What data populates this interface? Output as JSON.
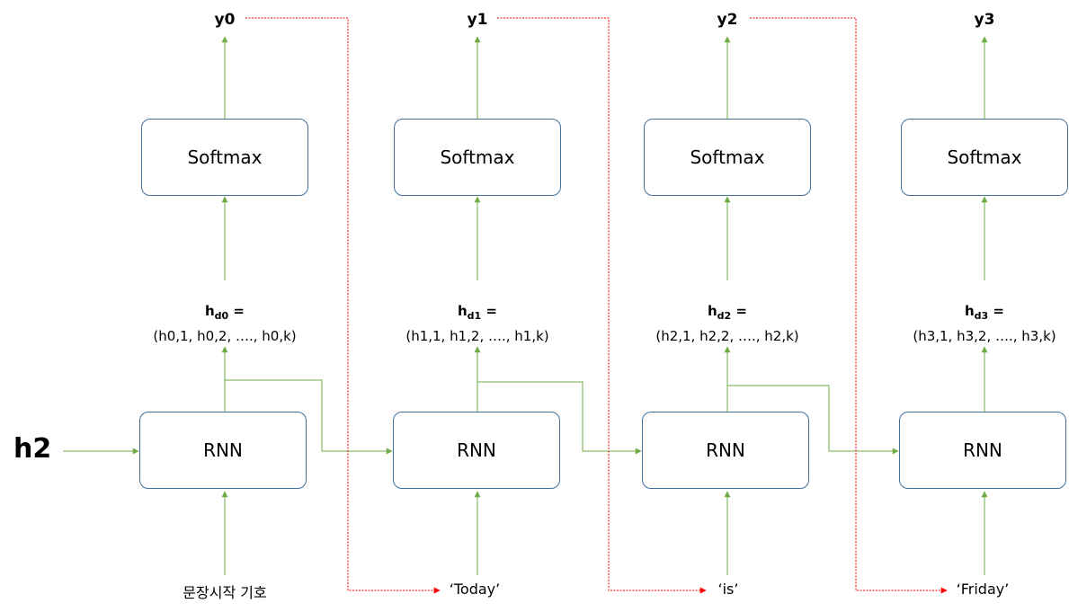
{
  "initial_state": "h2",
  "steps": [
    {
      "output": "y0",
      "softmax_label": "Softmax",
      "rnn_label": "RNN",
      "hidden_name": "h",
      "hidden_sub": "d0",
      "hidden_eq": " =",
      "hidden_values": "(h0,1,  h0,2,  ….,  h0,k)",
      "input": "문장시작 기호"
    },
    {
      "output": "y1",
      "softmax_label": "Softmax",
      "rnn_label": "RNN",
      "hidden_name": "h",
      "hidden_sub": "d1",
      "hidden_eq": " =",
      "hidden_values": "(h1,1,  h1,2,  ….,  h1,k)",
      "input": "‘Today’"
    },
    {
      "output": "y2",
      "softmax_label": "Softmax",
      "rnn_label": "RNN",
      "hidden_name": "h",
      "hidden_sub": "d2",
      "hidden_eq": " =",
      "hidden_values": "(h2,1,  h2,2,  ….,  h2,k)",
      "input": "‘is’"
    },
    {
      "output": "y3",
      "softmax_label": "Softmax",
      "rnn_label": "RNN",
      "hidden_name": "h",
      "hidden_sub": "d3",
      "hidden_eq": " =",
      "hidden_values": "(h3,1,  h3,2,  ….,  h3,k)",
      "input": "‘Friday’"
    }
  ],
  "colors": {
    "flow_arrow": "#70ad47",
    "feedback_arrow": "#ff0000",
    "box_border": "#41719c"
  }
}
